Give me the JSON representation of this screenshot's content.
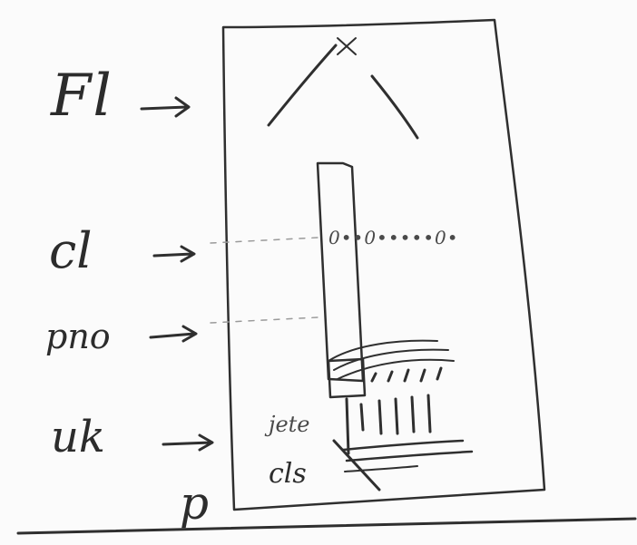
{
  "labels": {
    "fl": "Fl",
    "cl": "cl",
    "pno": "pno",
    "uk": "uk",
    "jete": "jete",
    "cls": "cls",
    "p": "p",
    "beads": "0••0•••••0•"
  },
  "colors": {
    "ink": "#2f2f2f",
    "paper": "#fbfbfb"
  }
}
